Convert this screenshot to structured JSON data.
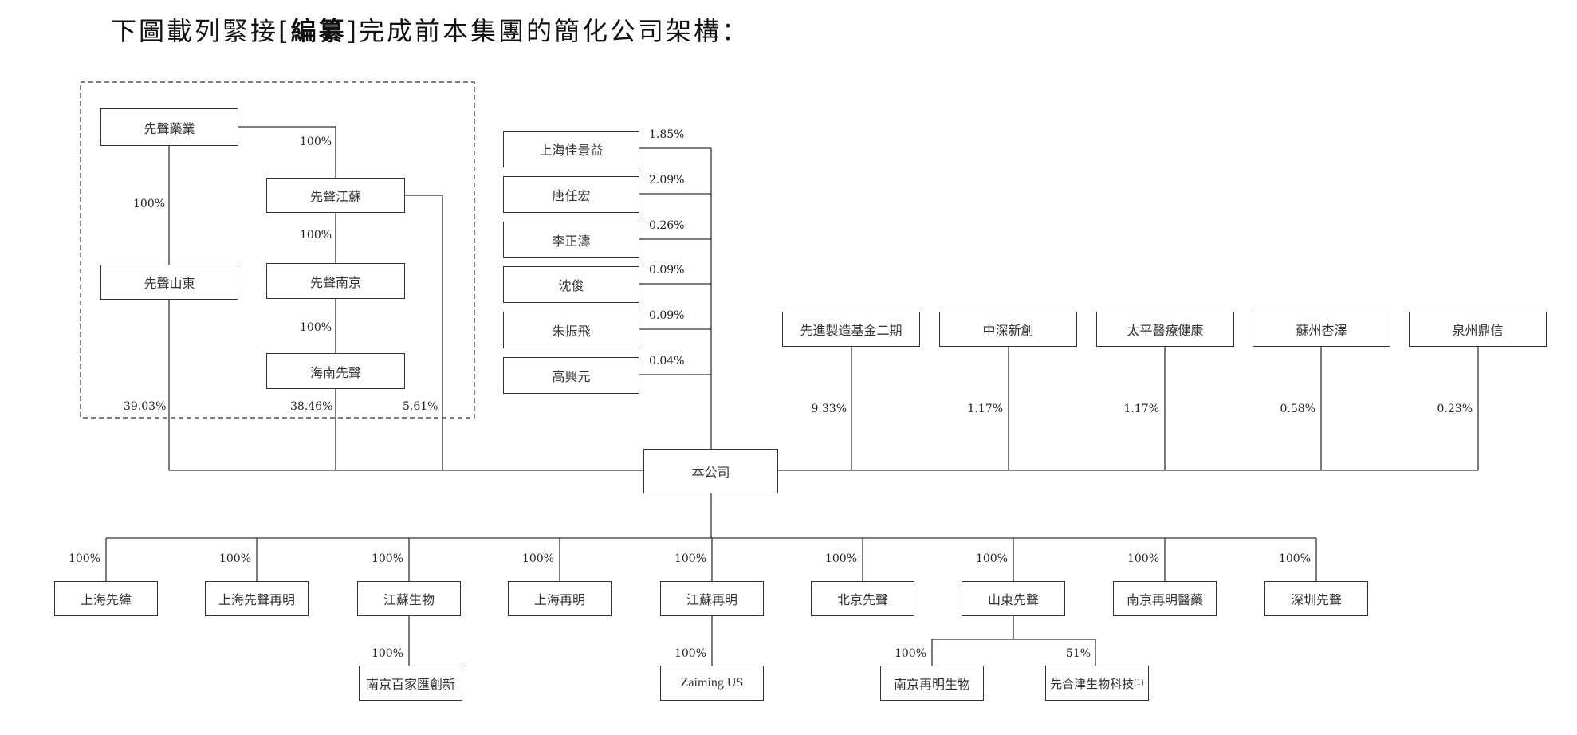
{
  "title": {
    "prefix": "下圖載列緊接[",
    "bold": "編纂",
    "suffix": "]完成前本集團的簡化公司架構："
  },
  "company": "本公司",
  "dashed_group": {
    "parent": "先聲藥業",
    "jiangsu": "先聲江蘇",
    "shandong": "先聲山東",
    "nanjing": "先聲南京",
    "hainan": "海南先聲",
    "pct_parent_shandong": "100%",
    "pct_parent_jiangsu": "100%",
    "pct_jiangsu_nanjing": "100%",
    "pct_nanjing_hainan": "100%",
    "pct_shandong_company": "39.03%",
    "pct_hainan_company": "38.46%",
    "pct_jiangsu_company": "5.61%"
  },
  "individual_shareholders": [
    {
      "name": "上海佳景益",
      "pct": "1.85%"
    },
    {
      "name": "唐任宏",
      "pct": "2.09%"
    },
    {
      "name": "李正濤",
      "pct": "0.26%"
    },
    {
      "name": "沈俊",
      "pct": "0.09%"
    },
    {
      "name": "朱振飛",
      "pct": "0.09%"
    },
    {
      "name": "高興元",
      "pct": "0.04%"
    }
  ],
  "institutional_shareholders": [
    {
      "name": "先進製造基金二期",
      "pct": "9.33%"
    },
    {
      "name": "中深新創",
      "pct": "1.17%"
    },
    {
      "name": "太平醫療健康",
      "pct": "1.17%"
    },
    {
      "name": "蘇州杏澤",
      "pct": "0.58%"
    },
    {
      "name": "泉州鼎信",
      "pct": "0.23%"
    }
  ],
  "subsidiaries": [
    {
      "name": "上海先緯",
      "pct": "100%"
    },
    {
      "name": "上海先聲再明",
      "pct": "100%"
    },
    {
      "name": "江蘇生物",
      "pct": "100%"
    },
    {
      "name": "上海再明",
      "pct": "100%"
    },
    {
      "name": "江蘇再明",
      "pct": "100%"
    },
    {
      "name": "北京先聲",
      "pct": "100%"
    },
    {
      "name": "山東先聲",
      "pct": "100%"
    },
    {
      "name": "南京再明醫藥",
      "pct": "100%"
    },
    {
      "name": "深圳先聲",
      "pct": "100%"
    }
  ],
  "sub_subsidiaries": {
    "baijia": {
      "name": "南京百家匯創新",
      "pct": "100%"
    },
    "zaiming_us": {
      "name": "Zaiming US",
      "pct": "100%"
    },
    "nanjing_bio": {
      "name": "南京再明生物",
      "pct": "100%"
    },
    "xianhejin": {
      "name": "先合津生物科技",
      "note": "(1)",
      "pct": "51%"
    }
  }
}
